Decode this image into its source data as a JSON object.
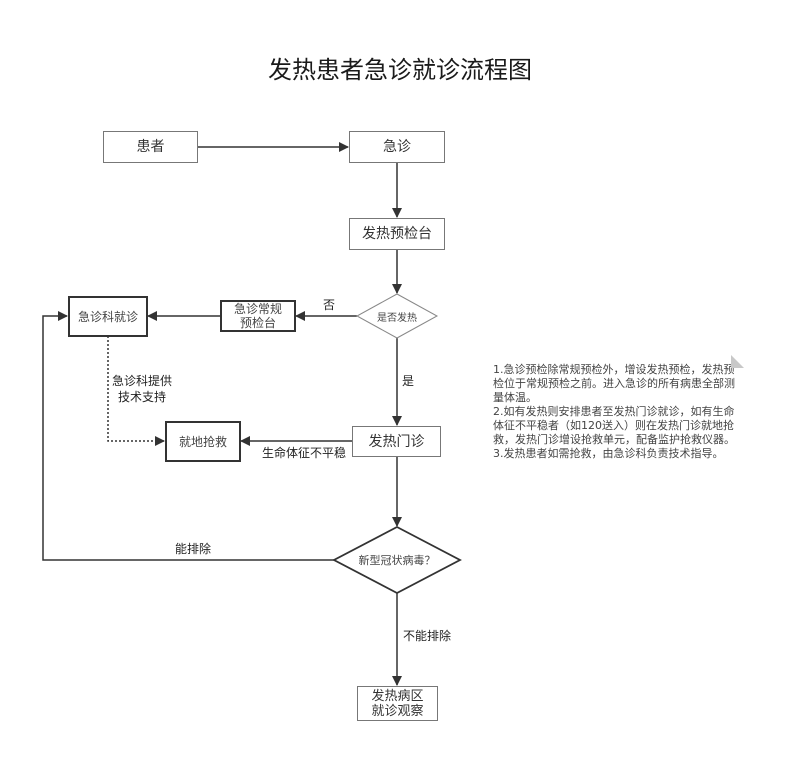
{
  "title": "发热患者急诊就诊流程图",
  "nodes": {
    "patient": "患者",
    "emergency": "急诊",
    "fever_triage": "发热预检台",
    "is_fever": "是否发热",
    "routine_triage_line1": "急诊常规",
    "routine_triage_line2": "预检台",
    "er_consult": "急诊科就诊",
    "onsite_rescue": "就地抢救",
    "fever_clinic": "发热门诊",
    "covid_check": "新型冠状病毒？",
    "fever_ward_line1": "发热病区",
    "fever_ward_line2": "就诊观察"
  },
  "edge_labels": {
    "no": "否",
    "yes": "是",
    "tech_support_line1": "急诊科提供",
    "tech_support_line2": "技术支持",
    "unstable_vitals": "生命体征不平稳",
    "can_exclude": "能排除",
    "cannot_exclude": "不能排除"
  },
  "notes": [
    "1.急诊预检除常规预检外，增设发热预检，发热预检位于常规预检之前。进入急诊的所有病患全部测量体温。",
    "2.如有发热则安排患者至发热门诊就诊，如有生命体征不平稳者（如120送入）则在发热门诊就地抢救，发热门诊增设抢救单元，配备监护抢救仪器。",
    "3.发热患者如需抢救，由急诊科负责技术指导。"
  ],
  "colors": {
    "line": "#333333",
    "thin_border": "#777777",
    "text": "#222222"
  }
}
